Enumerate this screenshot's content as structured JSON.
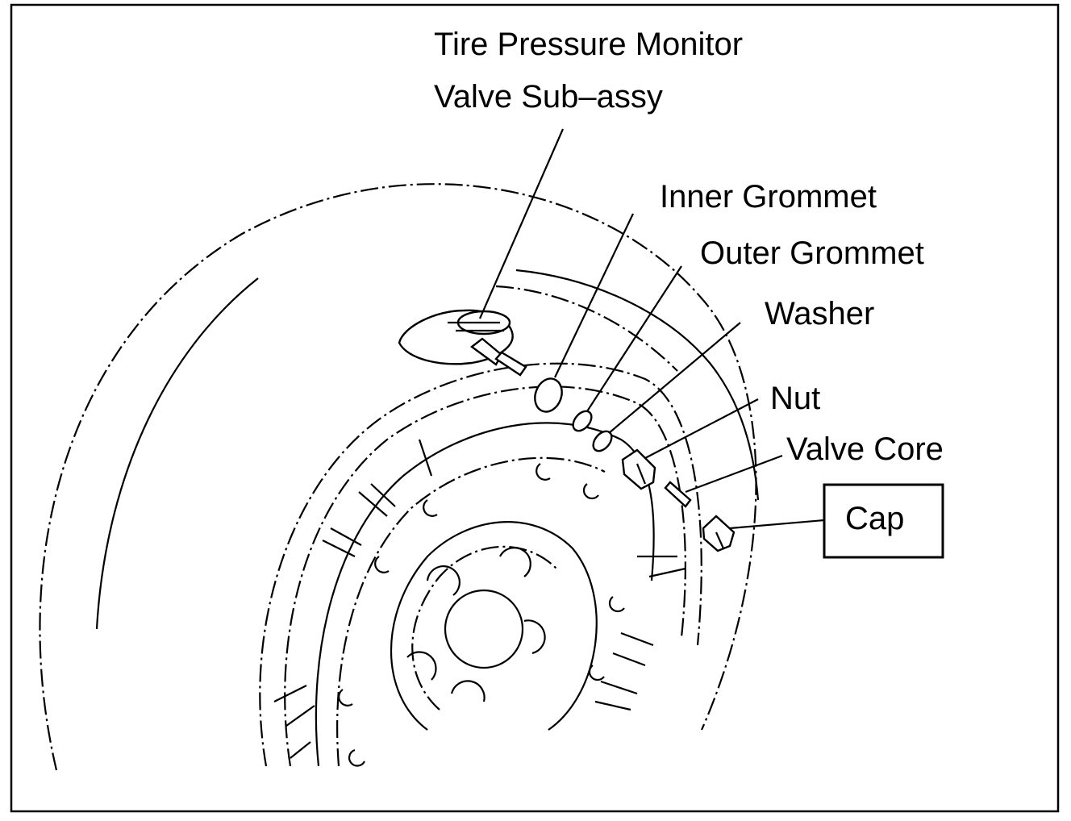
{
  "diagram": {
    "labels": {
      "tpms_line1": "Tire Pressure Monitor",
      "tpms_line2": "Valve Sub–assy",
      "inner_grommet": "Inner Grommet",
      "outer_grommet": "Outer Grommet",
      "washer": "Washer",
      "nut": "Nut",
      "valve_core": "Valve Core",
      "cap": "Cap"
    }
  }
}
